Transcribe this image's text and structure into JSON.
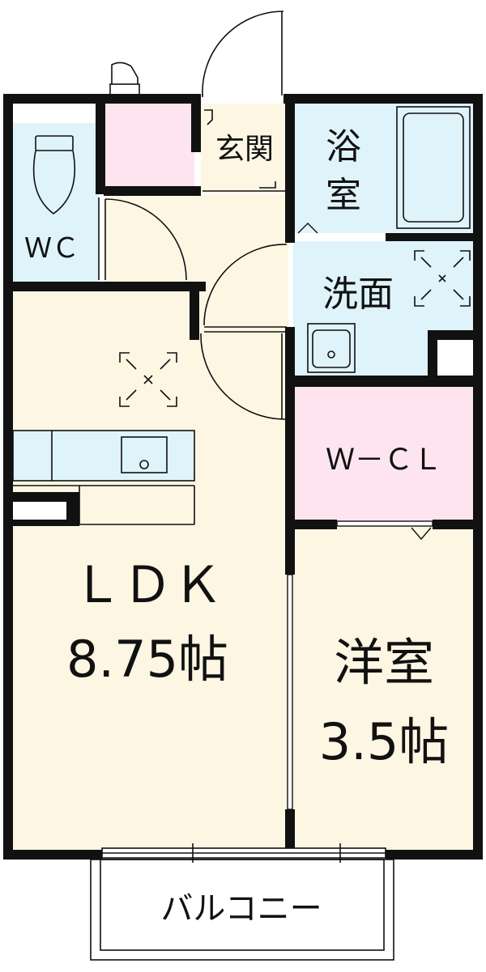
{
  "rooms": {
    "wc": {
      "label": "ＷＣ"
    },
    "entrance": {
      "label": "玄関"
    },
    "bath": {
      "label_1": "浴",
      "label_2": "室"
    },
    "washroom": {
      "label": "洗面"
    },
    "wcl": {
      "label": "Ｗ－ＣＬ"
    },
    "ldk": {
      "label": "ＬＤＫ",
      "size": "8.75帖"
    },
    "western": {
      "label": "洋室",
      "size": "3.5帖"
    },
    "balcony": {
      "label": "バルコニー"
    }
  },
  "colors": {
    "ldk_fill": "#fdf6e3",
    "wet_fill": "#dff3fb",
    "storage_fill": "#fde4ee",
    "wall": "#111111"
  }
}
